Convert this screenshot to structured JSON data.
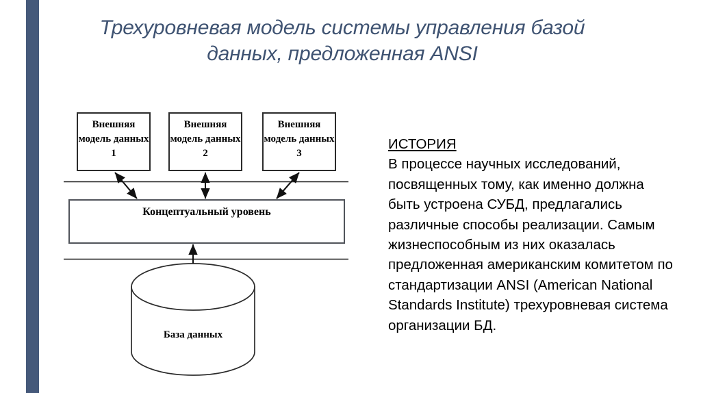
{
  "slide": {
    "title": "Трехуровневая модель системы управления базой данных, предложенная ANSI",
    "accent_color": "#45597a",
    "title_color": "#3f5372",
    "background_color": "#ffffff"
  },
  "diagram": {
    "name": "three-level-ansi-dbms-architecture",
    "external_boxes": [
      {
        "label": "Внешняя модель данных 1"
      },
      {
        "label": "Внешняя модель данных 2"
      },
      {
        "label": "Внешняя модель данных 3"
      }
    ],
    "conceptual_level": {
      "label": "Концептуальный уровень"
    },
    "database": {
      "label": "База данных"
    },
    "separators": [
      {
        "name": "external-conceptual-separator"
      },
      {
        "name": "conceptual-internal-separator"
      }
    ],
    "connectors": [
      {
        "name": "arrow-external-1-to-conceptual",
        "style": "double-headed"
      },
      {
        "name": "arrow-external-2-to-conceptual",
        "style": "double-headed"
      },
      {
        "name": "arrow-external-3-to-conceptual",
        "style": "double-headed"
      },
      {
        "name": "arrow-conceptual-to-database",
        "style": "double-headed"
      }
    ],
    "line_color": "#1a1a1a"
  },
  "body": {
    "heading": "ИСТОРИЯ",
    "paragraph": "В процессе научных исследований, посвященных тому, как именно должна быть устроена СУБД, предлагались различные способы реализации. Самым жизнеспособным из них оказалась предложенная американским комитетом по стандартизации ANSI (American National Standards Institute) трехуровневая система организации БД."
  }
}
